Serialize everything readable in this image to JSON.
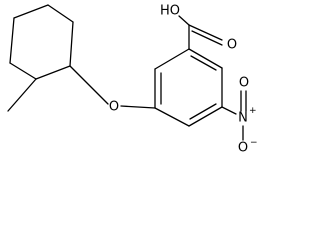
{
  "structure": {
    "type": "chemical-structure",
    "atom_labels": {
      "hydroxyl": "HO",
      "carbonyl_oxygen": "O",
      "ether_oxygen": "O",
      "nitro_nitrogen": "N",
      "nitro_nitrogen_charge": "+",
      "nitro_oxygen_double": "O",
      "nitro_oxygen_single": "O",
      "nitro_oxygen_charge": "−"
    }
  }
}
